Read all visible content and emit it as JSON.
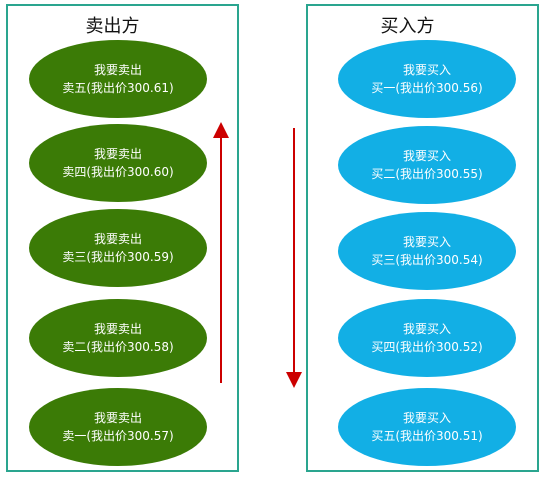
{
  "sell_side": {
    "title": "卖出方",
    "color": "#3b7b06",
    "orders": [
      {
        "line1": "我要卖出",
        "line2": "卖五(我出价300.61)"
      },
      {
        "line1": "我要卖出",
        "line2": "卖四(我出价300.60)"
      },
      {
        "line1": "我要卖出",
        "line2": "卖三(我出价300.59)"
      },
      {
        "line1": "我要卖出",
        "line2": "卖二(我出价300.58)"
      },
      {
        "line1": "我要卖出",
        "line2": "卖一(我出价300.57)"
      }
    ]
  },
  "buy_side": {
    "title": "买入方",
    "color": "#12afe5",
    "orders": [
      {
        "line1": "我要买入",
        "line2": "买一(我出价300.56)"
      },
      {
        "line1": "我要买入",
        "line2": "买二(我出价300.55)"
      },
      {
        "line1": "我要买入",
        "line2": "买三(我出价300.54)"
      },
      {
        "line1": "我要买入",
        "line2": "买四(我出价300.52)"
      },
      {
        "line1": "我要买入",
        "line2": "买五(我出价300.51)"
      }
    ]
  },
  "arrows": {
    "sell_direction": "up",
    "buy_direction": "down",
    "color": "#cc0000"
  },
  "border_color": "#2aa58f"
}
